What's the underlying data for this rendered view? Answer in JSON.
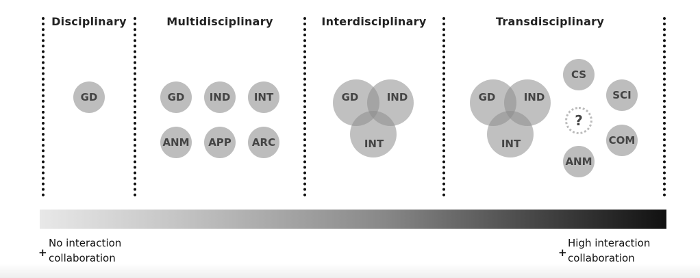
{
  "columns": {
    "disciplinary": {
      "title": "Disciplinary",
      "circles": [
        "GD"
      ]
    },
    "multidisciplinary": {
      "title": "Multidisciplinary",
      "circles": [
        "GD",
        "IND",
        "INT",
        "ANM",
        "APP",
        "ARC"
      ]
    },
    "interdisciplinary": {
      "title": "Interdisciplinary",
      "venn": [
        "GD",
        "IND",
        "INT"
      ]
    },
    "transdisciplinary": {
      "title": "Transdisciplinary",
      "venn": [
        "GD",
        "IND",
        "INT"
      ],
      "satellites": [
        "CS",
        "SCI",
        "COM",
        "ANM"
      ],
      "unknown": "?"
    }
  },
  "scale": {
    "left": {
      "marker": "+",
      "line1": "No interaction",
      "line2": "collaboration"
    },
    "right": {
      "marker": "+",
      "line1": "High interaction",
      "line2": "collaboration"
    }
  }
}
